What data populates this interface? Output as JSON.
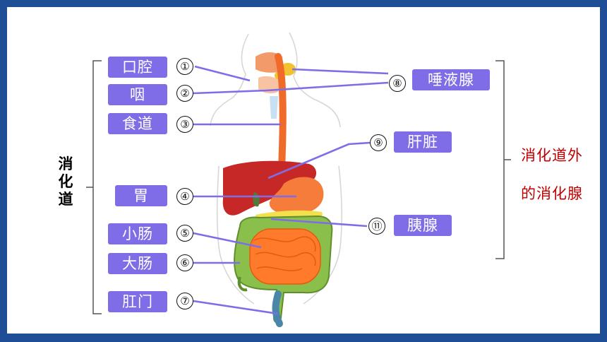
{
  "group_labels": {
    "left": "消化道",
    "right_line1": "消化道外",
    "right_line2": "的消化腺"
  },
  "parts": [
    {
      "num": "①",
      "label": "口腔"
    },
    {
      "num": "②",
      "label": "咽"
    },
    {
      "num": "③",
      "label": "食道"
    },
    {
      "num": "④",
      "label": "胃"
    },
    {
      "num": "⑤",
      "label": "小肠"
    },
    {
      "num": "⑥",
      "label": "大肠"
    },
    {
      "num": "⑦",
      "label": "肛门"
    },
    {
      "num": "⑧",
      "label": "唾液腺"
    },
    {
      "num": "⑨",
      "label": "肝脏"
    },
    {
      "num": "⑪",
      "label": "胰腺"
    }
  ],
  "colors": {
    "background": "#1f4e96",
    "label_box": "#7f6de8",
    "leader_line": "#7f6de8",
    "external_label": "#c00000",
    "esophagus": "#f06a2a",
    "liver": "#c62828",
    "stomach": "#f57c3a",
    "small_intestine": "#ff6f1f",
    "large_intestine": "#7cb342",
    "pancreas": "#f4e04d",
    "salivary_gland": "#f2c230"
  }
}
